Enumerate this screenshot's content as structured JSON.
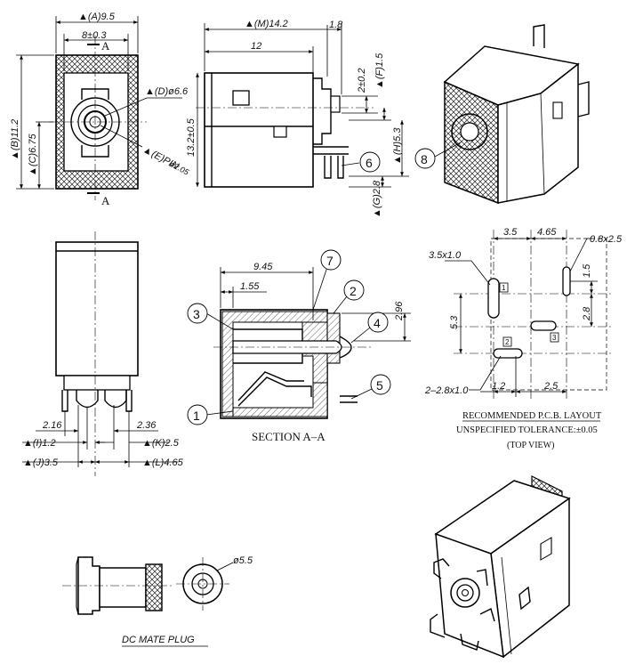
{
  "dimensions": {
    "a": "▲(A)9.5",
    "w8": "8±0.3",
    "sectionA": "A",
    "d66": "▲(D)ø6.6",
    "e": "▲(E)PIN",
    "e_sub": "ø2.05",
    "b": "▲(B)11.2",
    "c": "▲(C)6.75",
    "m": "▲(M)14.2",
    "d18": "1.8",
    "d12": "12",
    "h132": "13.2±0.5",
    "d2": "2±0.2",
    "f": "▲(F)1.5",
    "h": "▲(H)5.3",
    "g": "▲(G)2.8",
    "d945": "9.45",
    "d155": "1.55",
    "d296": "2.96",
    "d216": "2.16",
    "d236": "2.36",
    "i": "▲(I)1.2",
    "k": "▲(K)2.5",
    "j": "▲(J)3.5",
    "l": "▲(L)4.65",
    "p35": "3.5",
    "p465": "4.65",
    "p08": "0.8x2.5",
    "p35x1": "3.5x1.0",
    "p15": "1.5",
    "p53": "5.3",
    "p28": "2.8",
    "p228": "2–2.8x1.0",
    "p12": "1.2",
    "p25": "2.5",
    "plug_d": "ø5.5"
  },
  "callouts": [
    "1",
    "2",
    "3",
    "4",
    "5",
    "6",
    "7",
    "8"
  ],
  "pins": [
    "1",
    "2",
    "3"
  ],
  "labels": {
    "section": "SECTION A–A",
    "pcb_title": "RECOMMENDED P.C.B. LAYOUT",
    "tolerance": "UNSPECIFIED TOLERANCE:±0.05",
    "top_view": "(TOP VIEW)",
    "dc_plug": "DC MATE PLUG"
  }
}
